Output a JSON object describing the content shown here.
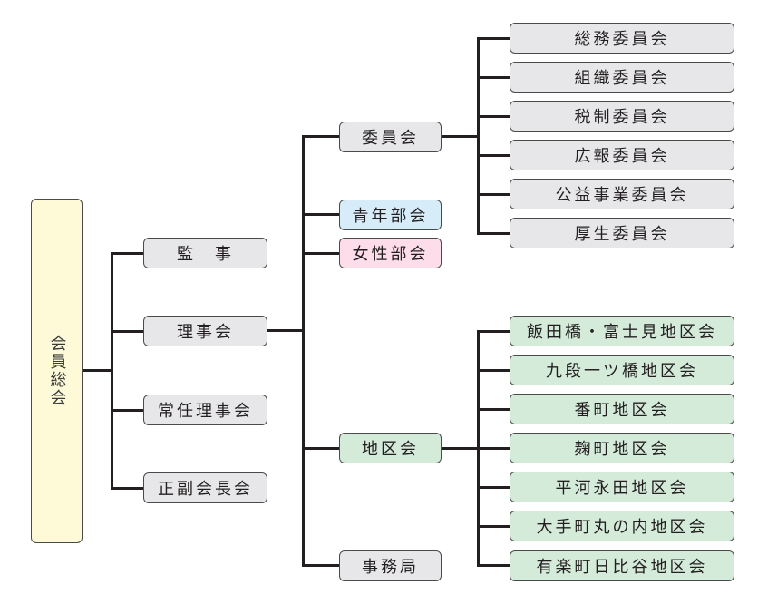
{
  "root": {
    "label": "会員総会"
  },
  "level1": [
    {
      "label": "監　事"
    },
    {
      "label": "理事会"
    },
    {
      "label": "常任理事会"
    },
    {
      "label": "正副会長会"
    }
  ],
  "level2": [
    {
      "label": "委員会"
    },
    {
      "label": "青年部会"
    },
    {
      "label": "女性部会"
    },
    {
      "label": "地区会"
    },
    {
      "label": "事務局"
    }
  ],
  "committees": [
    {
      "label": "総務委員会"
    },
    {
      "label": "組織委員会"
    },
    {
      "label": "税制委員会"
    },
    {
      "label": "広報委員会"
    },
    {
      "label": "公益事業委員会"
    },
    {
      "label": "厚生委員会"
    }
  ],
  "districts": [
    {
      "label": "飯田橋・富士見地区会"
    },
    {
      "label": "九段一ツ橋地区会"
    },
    {
      "label": "番町地区会"
    },
    {
      "label": "麹町地区会"
    },
    {
      "label": "平河永田地区会"
    },
    {
      "label": "大手町丸の内地区会"
    },
    {
      "label": "有楽町日比谷地区会"
    }
  ],
  "colors": {
    "gray": "#e7e7e9",
    "blue": "#d6ecf9",
    "pink": "#fcdde9",
    "green": "#d4ebda",
    "yellow": "#fefad8",
    "line": "#231f20"
  }
}
